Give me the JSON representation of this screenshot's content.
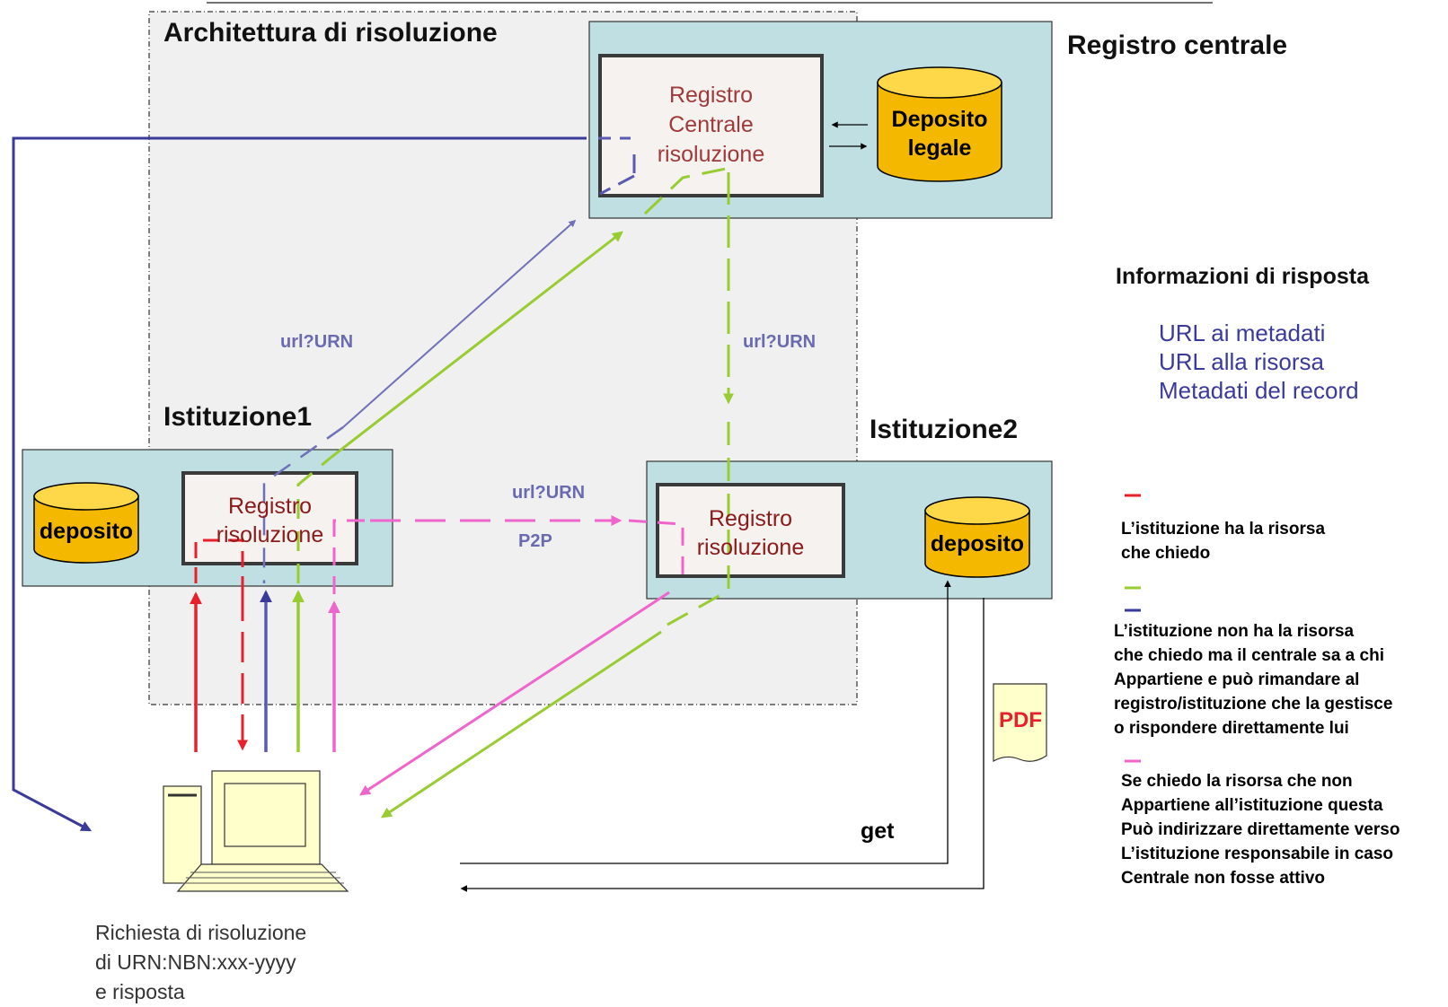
{
  "titles": {
    "architecture": "Architettura di risoluzione",
    "central_registry": "Registro centrale",
    "institution1": "Istituzione1",
    "institution2": "Istituzione2"
  },
  "central": {
    "registry_lines": [
      "Registro",
      "Centrale",
      "risoluzione"
    ],
    "legal_deposit_lines": [
      "Deposito",
      "legale"
    ]
  },
  "institution1": {
    "registry_lines": [
      "Registro",
      "risoluzione"
    ],
    "deposit": "deposito"
  },
  "institution2": {
    "registry_lines": [
      "Registro",
      "risoluzione"
    ],
    "deposit": "deposito"
  },
  "arrows": {
    "url_urn_left": "url?URN",
    "url_urn_right": "url?URN",
    "url_urn_middle": "url?URN",
    "p2p": "P2P",
    "get": "get"
  },
  "pdf_label": "PDF",
  "client": {
    "caption_lines": [
      "Richiesta di risoluzione",
      "di URN:NBN:xxx-yyyy",
      "e risposta"
    ]
  },
  "response_info": {
    "title": "Informazioni di risposta",
    "items": [
      "URL ai metadati",
      "URL alla risorsa",
      "Metadati del record"
    ]
  },
  "legend": {
    "red_lines": [
      "L’istituzione ha la risorsa",
      "che chiedo"
    ],
    "green_blue_lines": [
      "L’istituzione non ha la risorsa",
      "che chiedo ma il centrale sa a chi",
      "Appartiene e può rimandare al",
      "registro/istituzione che la gestisce",
      "o rispondere direttamente lui"
    ],
    "pink_lines": [
      "Se chiedo la risorsa che non",
      "Appartiene all’istituzione questa",
      "Può indirizzare direttamente verso",
      "L’istituzione responsabile in caso",
      "Centrale non fosse attivo"
    ]
  },
  "colors": {
    "red": "#e8202a",
    "green": "#99cc33",
    "blue": "#3a3a9a",
    "pink": "#ee66cc",
    "panel": "#bfdfe3",
    "cylinder": "#f5b800"
  }
}
